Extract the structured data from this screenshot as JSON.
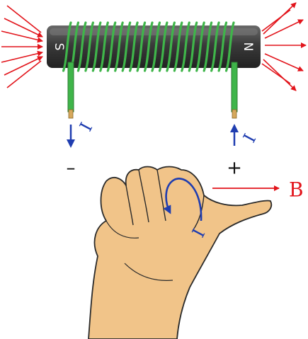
{
  "solenoid": {
    "south_label": "S",
    "north_label": "N",
    "coil_color": "#3fb54a",
    "core_color": "#444444"
  },
  "field_lines_color": "#e2141b",
  "current": {
    "left_label": "I",
    "right_label": "I",
    "hand_label": "I",
    "color": "#1f3db0"
  },
  "terminals": {
    "negative": "–",
    "positive": "+"
  },
  "field": {
    "label": "B"
  },
  "hand": {
    "skin_color": "#f1c489"
  }
}
